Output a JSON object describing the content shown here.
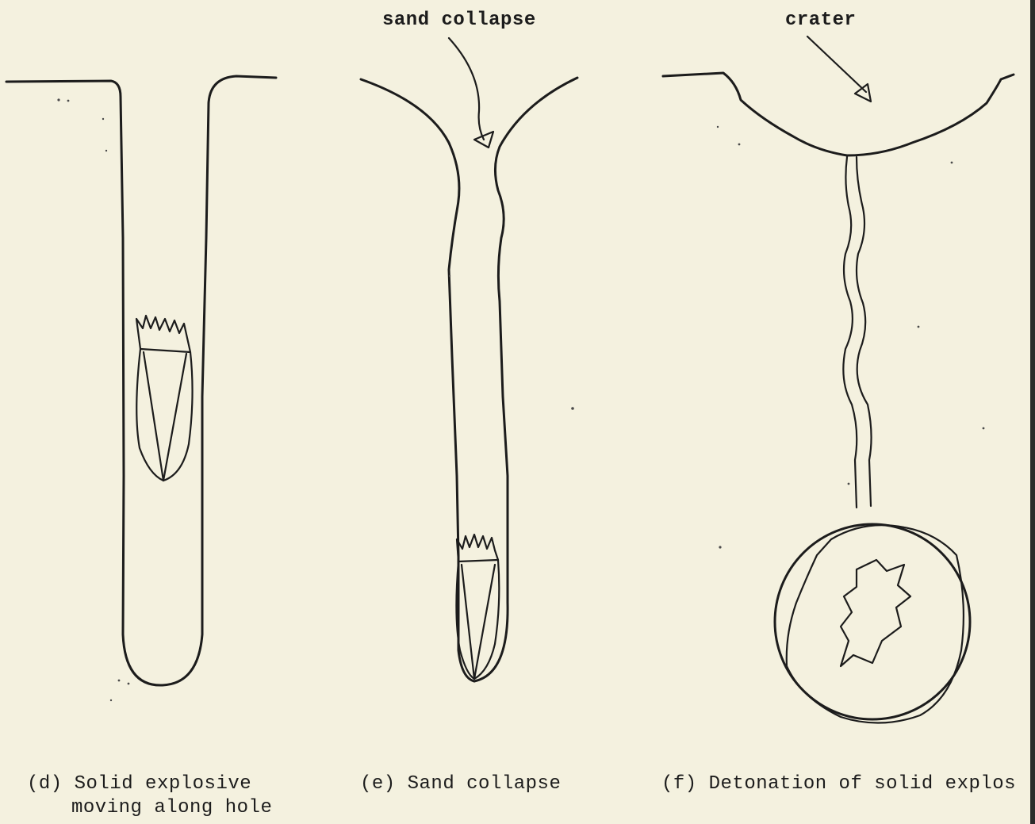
{
  "callouts": {
    "sand_collapse": "sand collapse",
    "crater": "crater"
  },
  "captions": {
    "d_tag": "(d)",
    "d_line1": "Solid explosive",
    "d_line2": "moving along hole",
    "e_tag": "(e)",
    "e_line1": "Sand collapse",
    "f_tag": "(f)",
    "f_line1": "Detonation of solid explos"
  }
}
